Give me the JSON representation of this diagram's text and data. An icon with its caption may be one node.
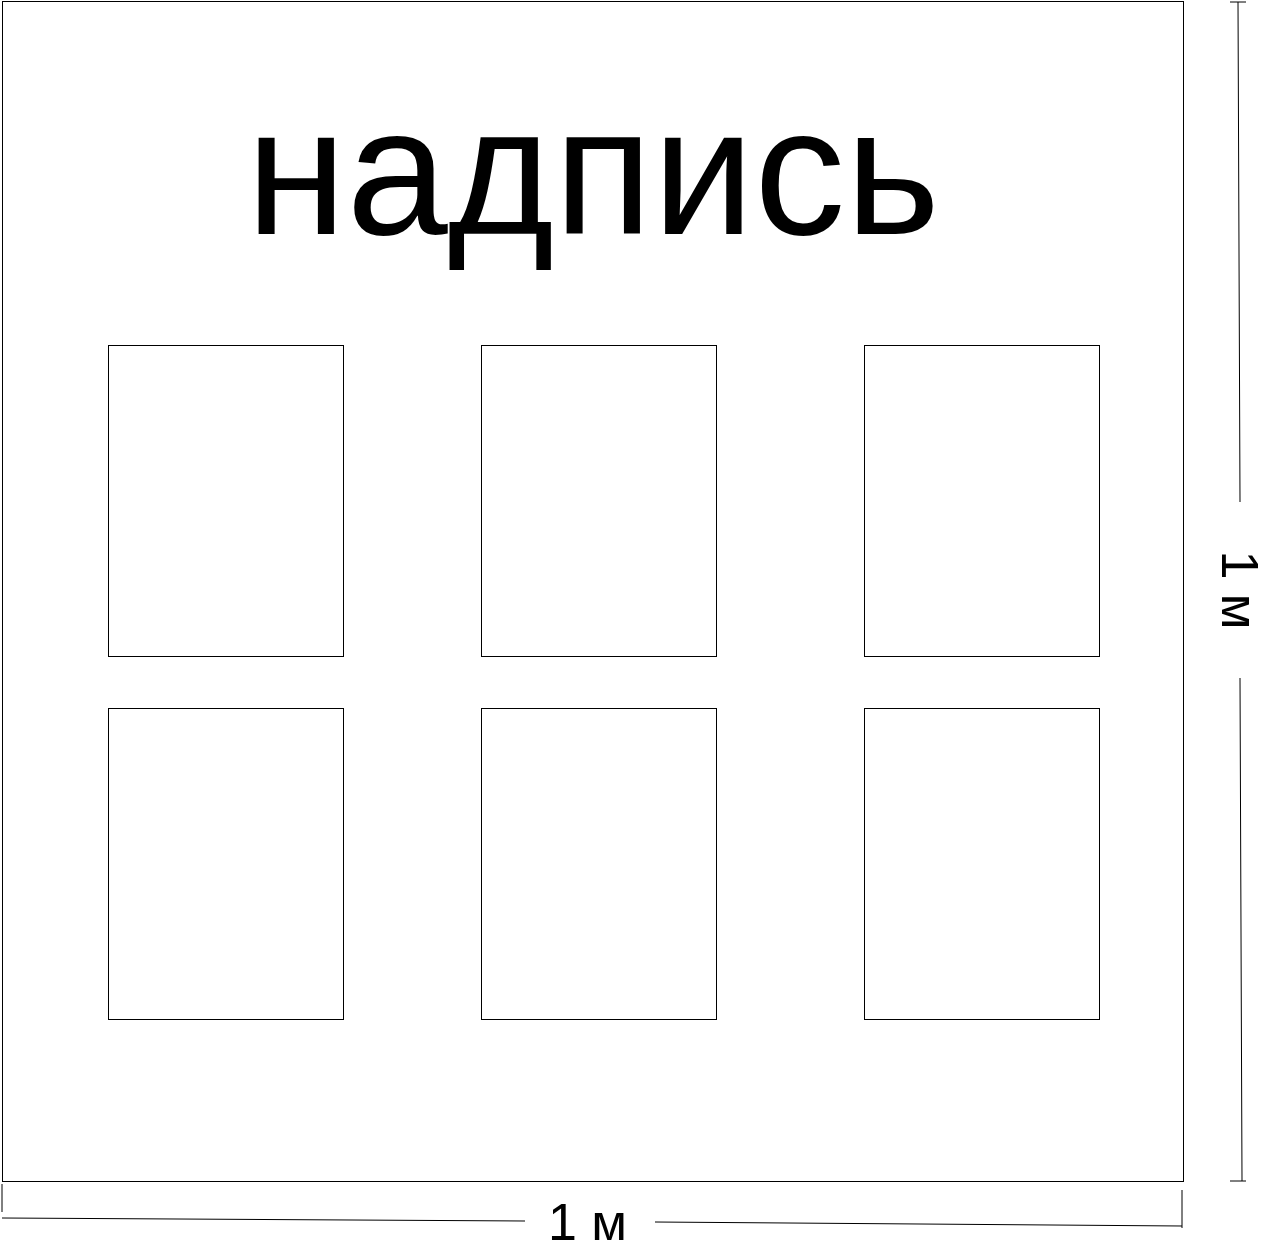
{
  "diagram": {
    "nodes": [
      {
        "text": [
          "надпись"
        ]
      },
      {
        "text": [],
        "shape": "box",
        "in": 0
      },
      {
        "text": [],
        "shape": "box",
        "in": 0
      },
      {
        "text": [],
        "shape": "box",
        "in": 0
      },
      {
        "text": [],
        "shape": "box",
        "in": 0
      },
      {
        "text": [],
        "shape": "box",
        "in": 0
      },
      {
        "text": [],
        "shape": "box",
        "in": 0
      }
    ],
    "labels": [
      "1 м",
      "1 м"
    ]
  }
}
